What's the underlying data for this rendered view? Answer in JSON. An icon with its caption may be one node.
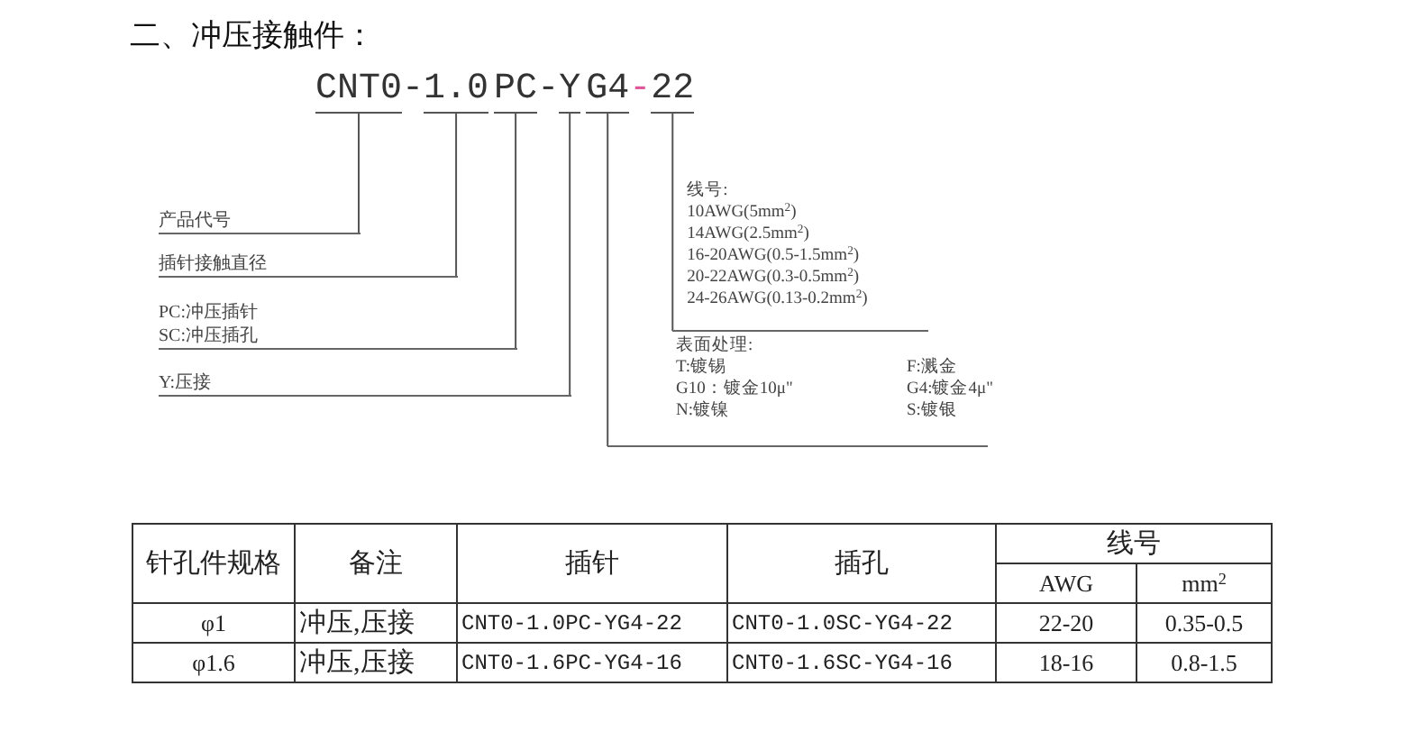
{
  "diagram": {
    "title": "二、冲压接触件：",
    "nodes": [
      {
        "text": [
          "CNT0"
        ]
      },
      {
        "text": [
          "1.0"
        ]
      },
      {
        "text": [
          "PC"
        ]
      },
      {
        "text": [
          "Y"
        ]
      },
      {
        "text": [
          "G4"
        ]
      },
      {
        "text": [
          "22"
        ]
      },
      {
        "text": [
          "产品代号"
        ]
      },
      {
        "text": [
          "插针接触直径"
        ]
      },
      {
        "text": [
          "PC:冲压插针",
          "SC:冲压插孔"
        ]
      },
      {
        "text": [
          "Y:压接"
        ]
      },
      {
        "text": [
          "线号:",
          "10AWG(5mm$^{2}$)",
          "14AWG(2.5mm$^{2}$)",
          "16-20AWG(0.5-1.5mm$^{2}$)",
          "20-22AWG(0.3-0.5mm$^{2}$)",
          "24-26AWG(0.13-0.2mm$^{2}$)"
        ]
      },
      {
        "text": [
          "表面处理:",
          "T:镀锡",
          "F:溅金",
          "G10：镀金10μ\"",
          "G4:镀金4μ\"",
          "N:镀镍",
          "S:镀银"
        ]
      }
    ],
    "edges": [
      {
        "from": 0,
        "to": 6,
        "arrow": "none"
      },
      {
        "from": 1,
        "to": 7,
        "arrow": "none"
      },
      {
        "from": 2,
        "to": 8,
        "arrow": "none"
      },
      {
        "from": 3,
        "to": 9,
        "arrow": "none"
      },
      {
        "from": 4,
        "to": 11,
        "arrow": "none"
      },
      {
        "from": 5,
        "to": 10,
        "arrow": "none"
      }
    ],
    "labels": [
      "-",
      "-",
      "-",
      "针孔件规格",
      "备注",
      "插针",
      "插孔",
      "线号",
      "AWG",
      "mm$^{2}$",
      "φ1",
      "冲压,压接",
      "CNT0-1.0PC-YG4-22",
      "CNT0-1.0SC-YG4-22",
      "22-20",
      "0.35-0.5",
      "φ1.6",
      "冲压,压接",
      "CNT0-1.6PC-YG4-16",
      "CNT0-1.6SC-YG4-16",
      "18-16",
      "0.8-1.5"
    ]
  }
}
